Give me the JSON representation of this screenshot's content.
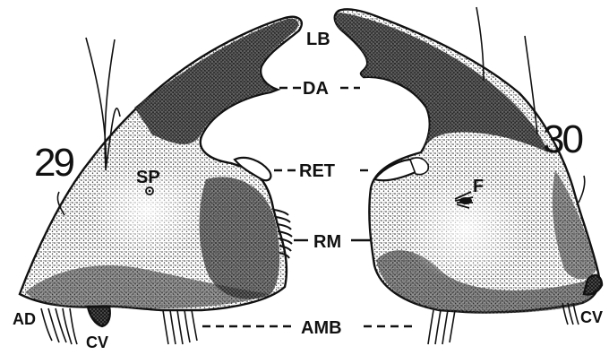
{
  "figure_numbers": {
    "left": "29",
    "right": "30"
  },
  "labels": {
    "lb": "LB",
    "da": "DA",
    "ret": "RET",
    "rm": "RM",
    "amb": "AMB",
    "sp": "SP",
    "f": "F",
    "ad": "AD",
    "cv_left": "CV",
    "cv_right": "CV"
  },
  "colors": {
    "ink": "#111111",
    "paper": "#ffffff",
    "stipple_mid": "#555555"
  }
}
